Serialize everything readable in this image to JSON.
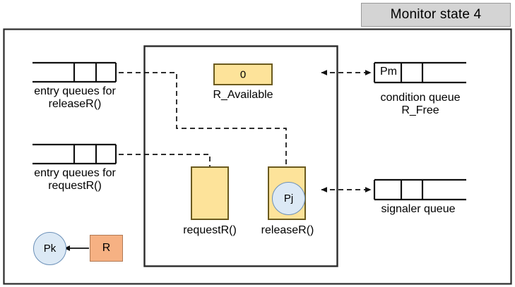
{
  "title_banner": {
    "label": "Monitor state 4"
  },
  "diagram": {
    "monitor_box": {
      "name": "monitor-region"
    },
    "entry_queue_release": {
      "caption": "entry queues for\nreleaseR()",
      "cells": [
        "",
        "",
        ""
      ]
    },
    "entry_queue_request": {
      "caption": "entry queues for\nrequestR()",
      "cells": [
        "",
        "",
        ""
      ]
    },
    "r_available": {
      "value": "0",
      "caption": "R_Available"
    },
    "condition_queue": {
      "caption": "condition queue\nR_Free",
      "cells": [
        "Pm",
        "",
        ""
      ]
    },
    "signaler_queue": {
      "caption": "signaler queue",
      "cells": [
        "",
        "",
        ""
      ]
    },
    "request_proc": {
      "caption": "requestR()"
    },
    "release_proc": {
      "caption": "releaseR()"
    },
    "process_pj": {
      "label": "Pj"
    },
    "process_pk": {
      "label": "Pk"
    },
    "resource_r": {
      "label": "R"
    }
  },
  "colors": {
    "yellow_fill": "#fde39a",
    "yellow_border": "#6b5a1e",
    "circle_fill": "#dce9f5",
    "circle_border": "#6b90b8",
    "orange_fill": "#f6b183",
    "orange_border": "#b07a54",
    "banner_fill": "#d4d4d4",
    "line": "#1a1a1a"
  }
}
